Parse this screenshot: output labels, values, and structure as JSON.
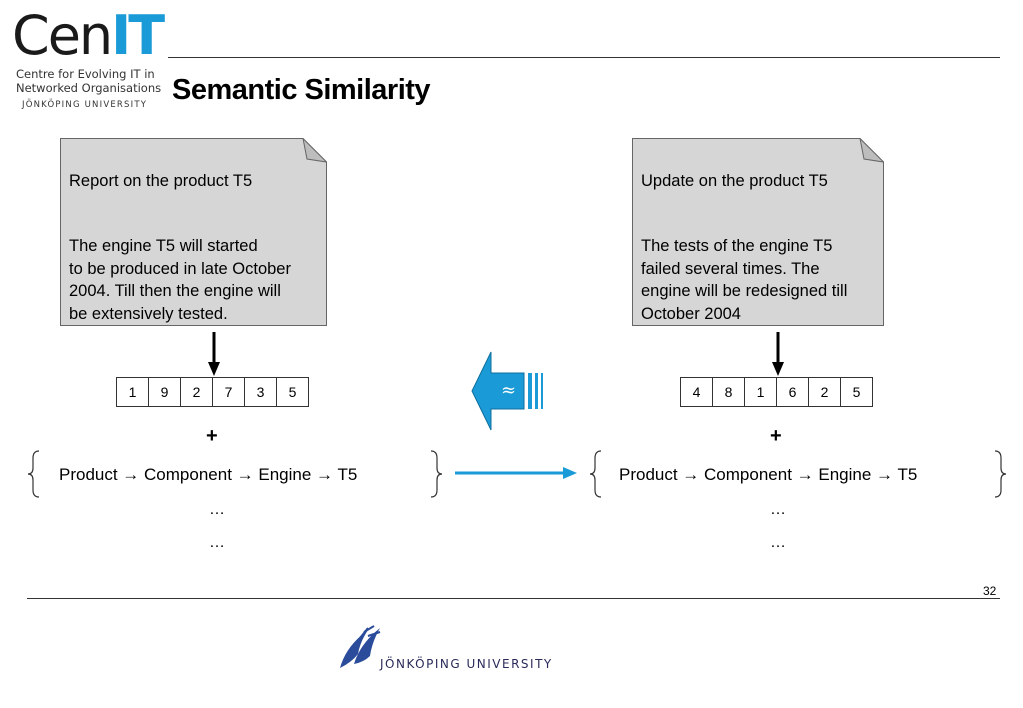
{
  "logo": {
    "main_prefix": "Cen",
    "main_suffix": "IT",
    "line1": "Centre for Evolving IT in",
    "line2": "Networked Organisations",
    "university": "JÖNKÖPING UNIVERSITY"
  },
  "slide": {
    "title": "Semantic Similarity",
    "page_number": "32"
  },
  "left_document": {
    "title": "Report on the product T5",
    "body": "The engine T5 will started\nto be produced in late October\n2004. Till then the engine will\nbe extensively tested.",
    "vector": [
      "1",
      "9",
      "2",
      "7",
      "3",
      "5"
    ]
  },
  "right_document": {
    "title": "Update on the product T5",
    "body": "The tests of the engine T5\nfailed several times. The\nengine will be redesigned till\nOctober 2004",
    "vector": [
      "4",
      "8",
      "1",
      "6",
      "2",
      "5"
    ]
  },
  "similarity_symbol": "≈",
  "plus_sign": "+",
  "concept_path": "Product → Component → Engine → T5",
  "ellipsis": "…",
  "footer": {
    "university": "JÖNKÖPING UNIVERSITY"
  },
  "colors": {
    "accent_blue": "#1a9ad6",
    "doc_fill": "#d6d6d6",
    "logo_blue": "#2b4c9b"
  }
}
